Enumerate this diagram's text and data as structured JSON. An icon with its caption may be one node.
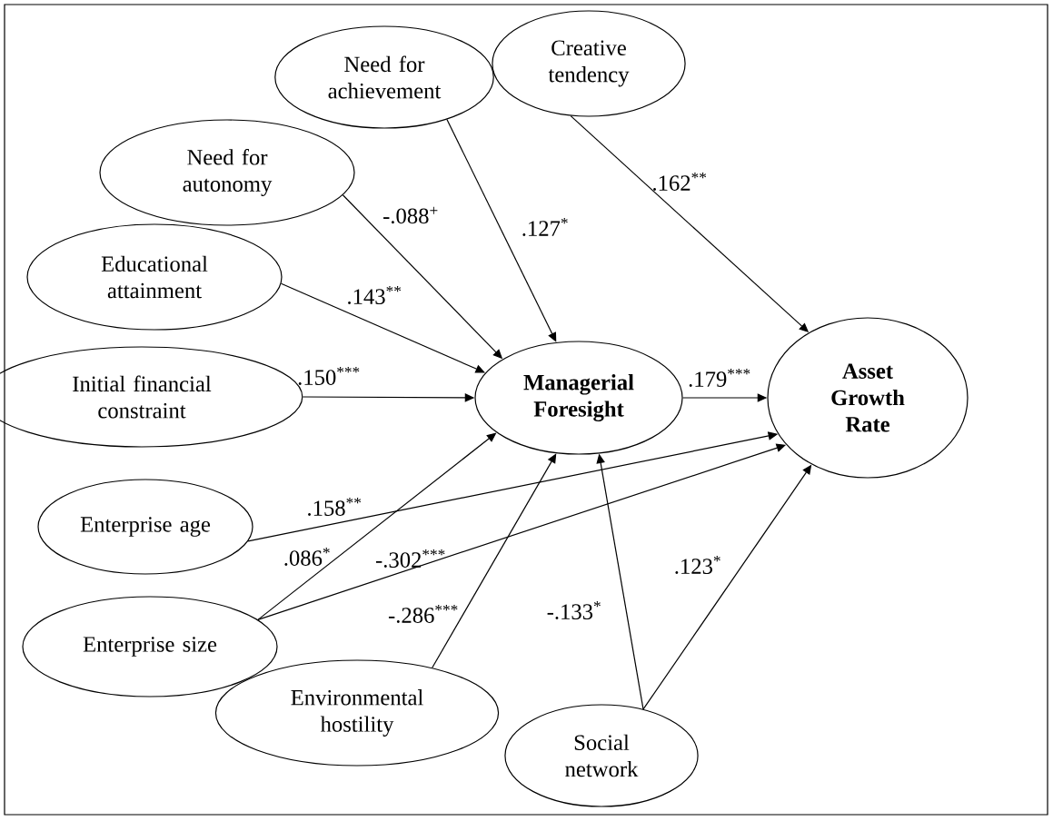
{
  "diagram": {
    "nodes": [
      {
        "text": [
          "Need for achievement"
        ]
      },
      {
        "text": [
          "Creative tendency"
        ]
      },
      {
        "text": [
          "Need for autonomy"
        ]
      },
      {
        "text": [
          "Educational attainment"
        ]
      },
      {
        "text": [
          "Initial financial constraint"
        ]
      },
      {
        "text": [
          "Managerial Foresight"
        ]
      },
      {
        "text": [
          "Asset Growth Rate"
        ]
      },
      {
        "text": [
          "Enterprise age"
        ]
      },
      {
        "text": [
          "Enterprise size"
        ]
      },
      {
        "text": [
          "Environmental hostility"
        ]
      },
      {
        "text": [
          "Social network"
        ]
      }
    ],
    "edges": [
      {
        "from": 0,
        "to": 5,
        "arrow": "to",
        "label": ".127$^{*}$"
      },
      {
        "from": 1,
        "to": 6,
        "arrow": "to",
        "label": ".162$^{**}$"
      },
      {
        "from": 2,
        "to": 5,
        "arrow": "to",
        "label": "-.088$^{+}$"
      },
      {
        "from": 3,
        "to": 5,
        "arrow": "to",
        "label": ".143$^{**}$"
      },
      {
        "from": 4,
        "to": 5,
        "arrow": "to",
        "label": ".150$^{***}$"
      },
      {
        "from": 5,
        "to": 6,
        "arrow": "to",
        "label": ".179$^{***}$"
      },
      {
        "from": 7,
        "to": 6,
        "arrow": "to",
        "label": ".158$^{**}$"
      },
      {
        "from": 8,
        "to": 5,
        "arrow": "to",
        "label": ".086$^{*}$"
      },
      {
        "from": 8,
        "to": 6,
        "arrow": "to",
        "label": "-.302$^{***}$"
      },
      {
        "from": 9,
        "to": 5,
        "arrow": "to",
        "label": "-.286$^{***}$"
      },
      {
        "from": 10,
        "to": 5,
        "arrow": "to",
        "label": "-.133$^{*}$"
      },
      {
        "from": 10,
        "to": 6,
        "arrow": "to",
        "label": ".123$^{*}$"
      }
    ]
  }
}
